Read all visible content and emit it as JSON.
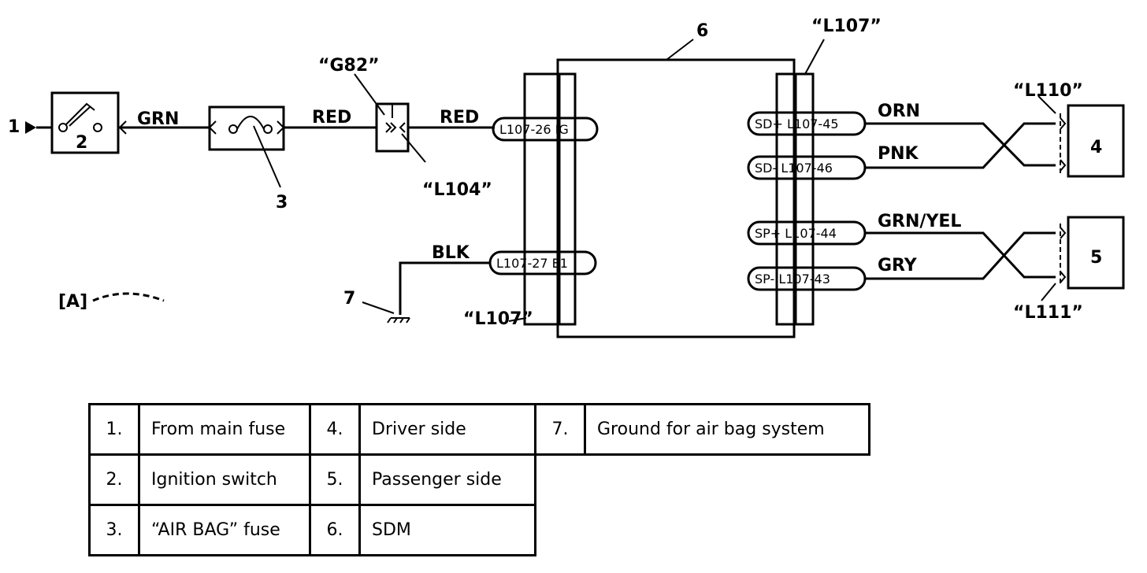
{
  "diagram": {
    "callouts": {
      "n1": "1",
      "n2": "2",
      "n3": "3",
      "n4": "4",
      "n5": "5",
      "n6": "6",
      "n7": "7"
    },
    "wire_colors": {
      "grn": "GRN",
      "red1": "RED",
      "red2": "RED",
      "blk": "BLK",
      "orn": "ORN",
      "pnk": "PNK",
      "grn_yel": "GRN/YEL",
      "gry": "GRY"
    },
    "connectors": {
      "g82": "“G82”",
      "l104": "“L104”",
      "l107_top": "“L107”",
      "l107_bottom": "“L107”",
      "l110": "“L110”",
      "l111": "“L111”"
    },
    "pins": {
      "ig": "L107-26  IG",
      "e1": "L107-27  E1",
      "sd_plus": "SD+ L107-45",
      "sd_minus": "SD-  L107-46",
      "sp_plus": "SP+ L107-44",
      "sp_minus": "SP-  L107-43"
    },
    "view_label": "[A]"
  },
  "legend": [
    [
      {
        "n": "1.",
        "t": "From main fuse"
      },
      {
        "n": "4.",
        "t": "Driver side"
      },
      {
        "n": "7.",
        "t": "Ground for air bag system"
      }
    ],
    [
      {
        "n": "2.",
        "t": "Ignition switch"
      },
      {
        "n": "5.",
        "t": "Passenger side"
      }
    ],
    [
      {
        "n": "3.",
        "t": "“AIR BAG” fuse"
      },
      {
        "n": "6.",
        "t": "SDM"
      }
    ]
  ]
}
